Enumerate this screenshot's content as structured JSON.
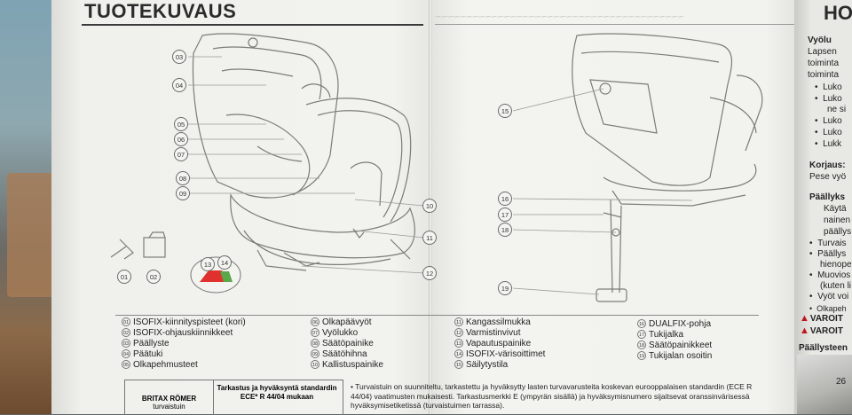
{
  "left_page": {
    "title": "TUOTEKUVAUS",
    "callouts": [
      "03",
      "04",
      "05",
      "06",
      "07",
      "08",
      "09",
      "10",
      "11",
      "12",
      "13",
      "14",
      "01",
      "02"
    ]
  },
  "middle_page": {
    "callouts": [
      "15",
      "16",
      "17",
      "18",
      "19"
    ]
  },
  "legend": {
    "col1": [
      {
        "n": "01",
        "label": "ISOFIX-kiinnityspisteet (kori)"
      },
      {
        "n": "02",
        "label": "ISOFIX-ohjauskiinnikkeet"
      },
      {
        "n": "03",
        "label": "Päällyste"
      },
      {
        "n": "04",
        "label": "Päätuki"
      },
      {
        "n": "05",
        "label": "Olkapehmusteet"
      }
    ],
    "col2": [
      {
        "n": "06",
        "label": "Olkapäävyöt"
      },
      {
        "n": "07",
        "label": "Vyölukko"
      },
      {
        "n": "08",
        "label": "Säätöpainike"
      },
      {
        "n": "09",
        "label": "Säätöhihna"
      },
      {
        "n": "10",
        "label": "Kallistuspainike"
      }
    ],
    "col3": [
      {
        "n": "11",
        "label": "Kangassilmukka"
      },
      {
        "n": "12",
        "label": "Varmistinvivut"
      },
      {
        "n": "13",
        "label": "Vapautuspainike"
      },
      {
        "n": "14",
        "label": "ISOFIX-värisoittimet"
      },
      {
        "n": "15",
        "label": "Säilytystila"
      }
    ],
    "col4": [
      {
        "n": "16",
        "label": "DUALFIX-pohja"
      },
      {
        "n": "17",
        "label": "Tukijalka"
      },
      {
        "n": "18",
        "label": "Säätöpainikkeet"
      },
      {
        "n": "19",
        "label": "Tukijalan osoitin"
      }
    ]
  },
  "table": {
    "brand": "BRITAX RÖMER",
    "brand_sub": "turvaistuin",
    "approval": "Tarkastus ja hyväksyntä standardin ECE* R 44/04 mukaan"
  },
  "note": "• Turvaistuin on suunniteltu, tarkastettu ja hyväksytty lasten turvavarusteita koskevan eurooppalaisen standardin (ECE R 44/04) vaatimusten mukaisesti. Tarkastusmerkki E (ympyrän sisällä) ja hyväksymisnumero sijaitsevat oranssinvärisessä hyväksymisetiketissä (turvaistuimen tarrassa).",
  "right_page": {
    "title": "HO",
    "section1": "Vyölu",
    "lines": [
      "Lapsen",
      "toiminta",
      "toiminta"
    ],
    "bullets": [
      "Luko",
      "Luko",
      "ne si",
      "Luko",
      "Luko",
      "Lukk"
    ],
    "section2": "Korjaus:",
    "section2_text": "Pese vyö",
    "section3": "Päällyks",
    "s3_lines": [
      "Käytä",
      "nainen",
      "päällys"
    ],
    "s3_bullets": [
      "Turvais",
      "Päällys",
      "hienope",
      "Muovios",
      "(kuten li",
      "Vyöt voi",
      "Olkapeh"
    ],
    "warn1": "VAROIT",
    "warn2": "VAROIT",
    "section4": "Päällysteen",
    "photo_num": "26"
  },
  "colors": {
    "paper": "#f0f0ec",
    "ink": "#2b2b2b",
    "warning": "#c0131a",
    "indicator_red": "#e0312f",
    "indicator_green": "#5aa84a"
  }
}
